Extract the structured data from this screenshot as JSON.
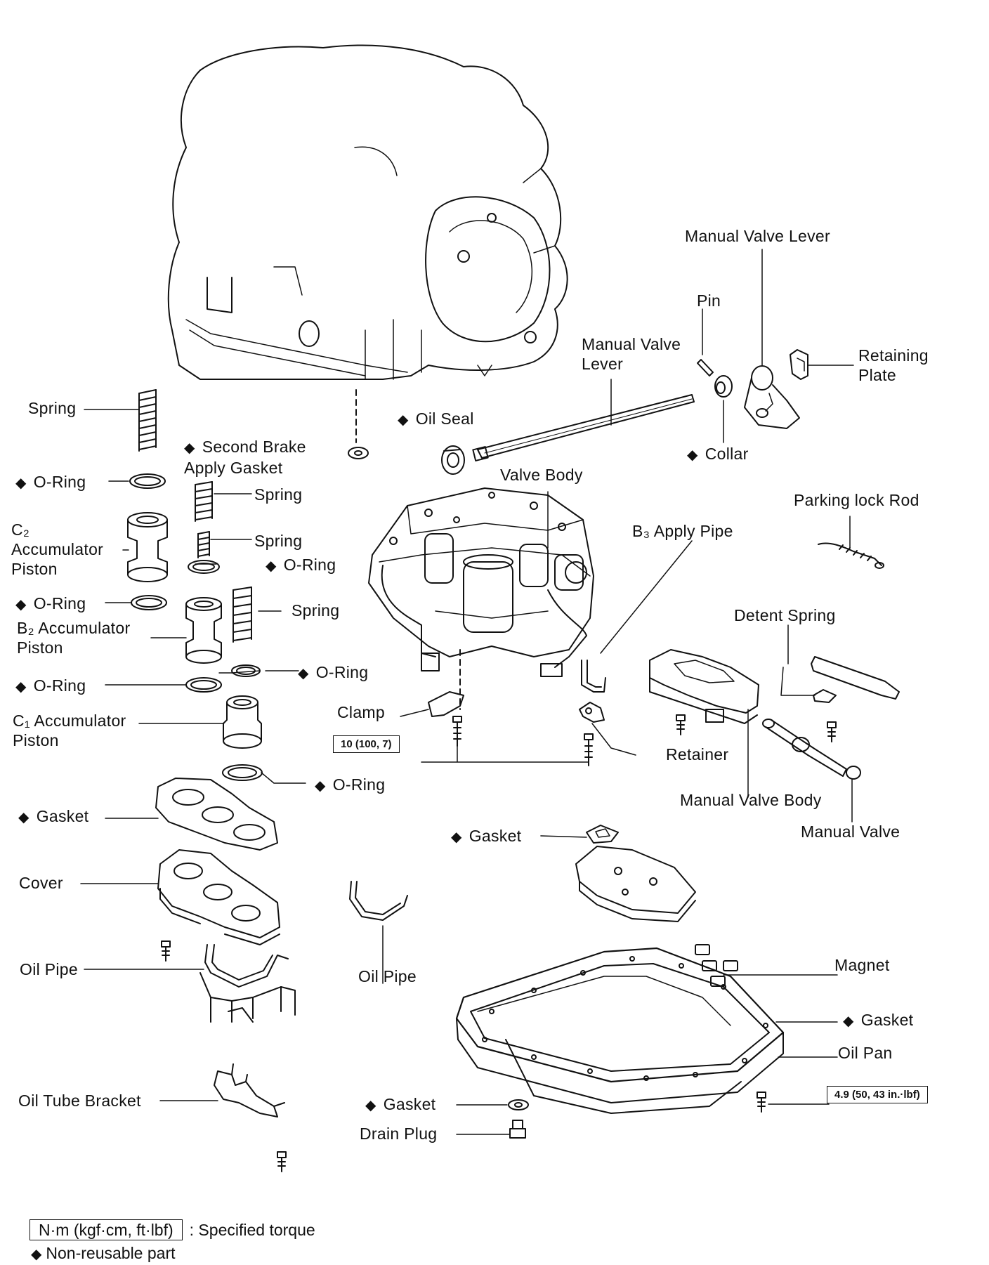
{
  "diamond": "◆",
  "labels": {
    "manual_valve_lever_top": "Manual Valve Lever",
    "pin": "Pin",
    "retaining_plate": "Retaining\nPlate",
    "manual_valve_lever_shaft": "Manual Valve\nLever",
    "oil_seal": "Oil Seal",
    "collar": "Collar",
    "spring_1": "Spring",
    "second_brake_gasket": "Second Brake\nApply Gasket",
    "o_ring_1": "O-Ring",
    "spring_2": "Spring",
    "c2_piston": "C₂\nAccumulator\nPiston",
    "spring_3": "Spring",
    "o_ring_2": "O-Ring",
    "o_ring_3": "O-Ring",
    "spring_4": "Spring",
    "b2_piston": "B₂ Accumulator\nPiston",
    "o_ring_4": "O-Ring",
    "o_ring_5": "O-Ring",
    "c1_piston": "C₁ Accumulator\nPiston",
    "o_ring_6": "O-Ring",
    "valve_body": "Valve Body",
    "b3_apply_pipe": "B₃ Apply Pipe",
    "parking_lock_rod": "Parking lock Rod",
    "detent_spring": "Detent Spring",
    "clamp": "Clamp",
    "retainer": "Retainer",
    "manual_valve_body": "Manual Valve Body",
    "manual_valve": "Manual Valve",
    "gasket_left": "Gasket",
    "cover": "Cover",
    "gasket_mid": "Gasket",
    "oil_pipe_left": "Oil Pipe",
    "oil_pipe_mid": "Oil Pipe",
    "magnet": "Magnet",
    "gasket_pan": "Gasket",
    "oil_pan": "Oil Pan",
    "oil_tube_bracket": "Oil Tube Bracket",
    "gasket_drain": "Gasket",
    "drain_plug": "Drain Plug"
  },
  "torque": {
    "valve_body_bolts": "10 (100, 7)",
    "oil_pan_bolts": "4.9 (50, 43 in.·lbf)"
  },
  "legend": {
    "torque_box": "N·m (kgf·cm, ft·lbf)",
    "torque_text": ": Specified torque",
    "nonreusable_text": "Non-reusable part"
  }
}
